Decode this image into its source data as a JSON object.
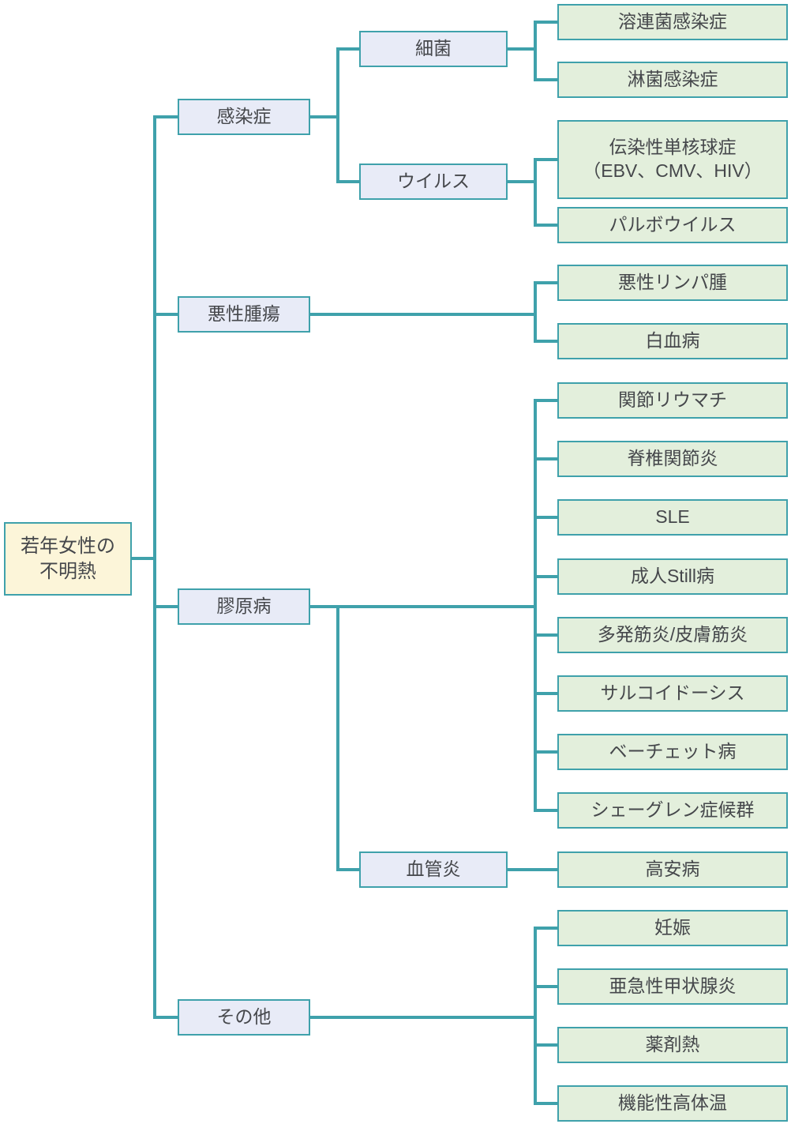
{
  "colors": {
    "line": "#3fa1ab",
    "root_fill": "#fcf5d9",
    "category_fill": "#e8ebf7",
    "leaf_fill": "#e3efdc",
    "text": "#45474b"
  },
  "root": {
    "label": "若年女性の\n不明熱"
  },
  "categories": [
    {
      "label": "感染症"
    },
    {
      "label": "悪性腫瘍"
    },
    {
      "label": "膠原病"
    },
    {
      "label": "その他"
    }
  ],
  "subcategories": [
    {
      "label": "細菌"
    },
    {
      "label": "ウイルス"
    },
    {
      "label": "血管炎"
    }
  ],
  "leaves": [
    {
      "label": "溶連菌感染症"
    },
    {
      "label": "淋菌感染症"
    },
    {
      "label": "伝染性単核球症\n（EBV、CMV、HIV）"
    },
    {
      "label": "パルボウイルス"
    },
    {
      "label": "悪性リンパ腫"
    },
    {
      "label": "白血病"
    },
    {
      "label": "関節リウマチ"
    },
    {
      "label": "脊椎関節炎"
    },
    {
      "label": "SLE"
    },
    {
      "label": "成人Still病"
    },
    {
      "label": "多発筋炎/皮膚筋炎"
    },
    {
      "label": "サルコイドーシス"
    },
    {
      "label": "ベーチェット病"
    },
    {
      "label": "シェーグレン症候群"
    },
    {
      "label": "高安病"
    },
    {
      "label": "妊娠"
    },
    {
      "label": "亜急性甲状腺炎"
    },
    {
      "label": "薬剤熱"
    },
    {
      "label": "機能性高体温"
    }
  ]
}
